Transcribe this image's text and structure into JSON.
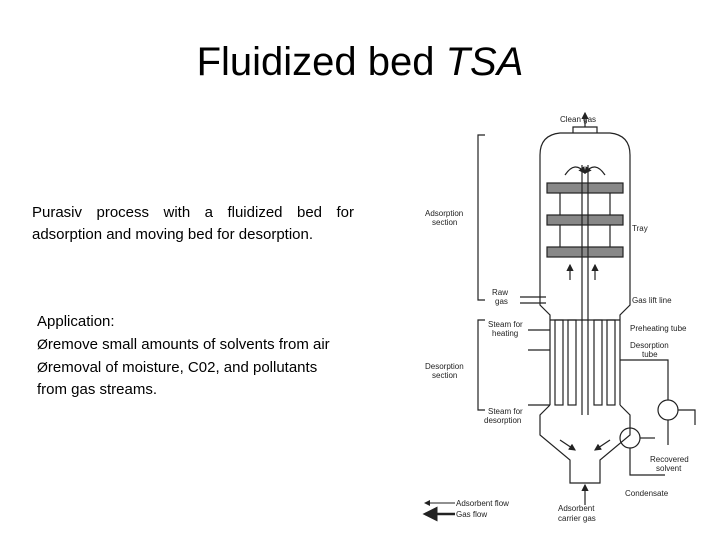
{
  "slide": {
    "title_main": "Fluidized bed ",
    "title_italic": "TSA",
    "description": "Purasiv process with a fluidized bed for adsorption and moving bed for desorption.",
    "application": {
      "heading": "Application:",
      "bullet_symbol": "Ø",
      "items": [
        "remove small amounts of solvents from air",
        "removal of moisture, C02, and pollutants"
      ],
      "continuation": "from gas streams."
    }
  },
  "diagram": {
    "labels": {
      "clean_gas": "Clean gas",
      "adsorption_section_1": "Adsorption",
      "adsorption_section_2": "section",
      "tray": "Tray",
      "raw_gas_1": "Raw",
      "raw_gas_2": "gas",
      "gas_lift_line": "Gas lift line",
      "steam_heating_1": "Steam for",
      "steam_heating_2": "heating",
      "preheating_tube": "Preheating tube",
      "desorption_tube_1": "Desorption",
      "desorption_tube_2": "tube",
      "desorption_section_1": "Desorption",
      "desorption_section_2": "section",
      "steam_desorption_1": "Steam for",
      "steam_desorption_2": "desorption",
      "recovered_solvent_1": "Recovered",
      "recovered_solvent_2": "solvent",
      "condensate": "Condensate",
      "adsorbent_flow": "Adsorbent flow",
      "gas_flow": "Gas flow",
      "adsorbent_carrier_1": "Adsorbent",
      "adsorbent_carrier_2": "carrier gas"
    }
  }
}
